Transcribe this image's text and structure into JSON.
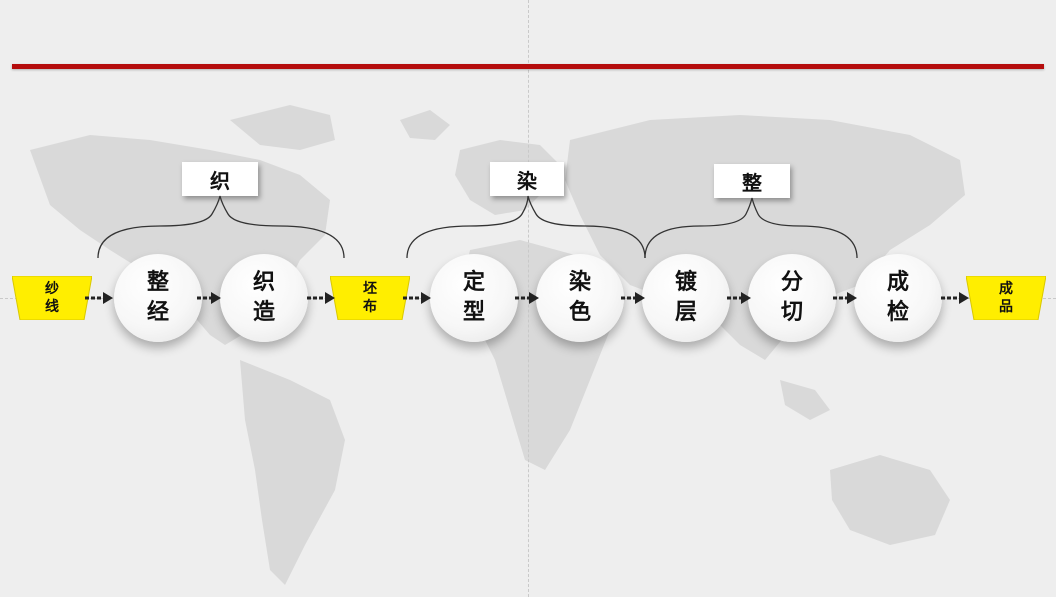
{
  "colors": {
    "accent_red": "#b50d0d",
    "highlight_yellow": "#ffee00",
    "background": "#eeeeee",
    "map_gray": "#d6d6d6"
  },
  "groups": {
    "weave": "织",
    "dye": "染",
    "finish": "整"
  },
  "tags": {
    "yarn": [
      "纱",
      "线"
    ],
    "greige": [
      "坯",
      "布"
    ],
    "product": [
      "成",
      "品"
    ]
  },
  "steps": [
    [
      "整",
      "经"
    ],
    [
      "织",
      "造"
    ],
    [
      "定",
      "型"
    ],
    [
      "染",
      "色"
    ],
    [
      "镀",
      "层"
    ],
    [
      "分",
      "切"
    ],
    [
      "成",
      "检"
    ]
  ],
  "icons": {
    "flow_arrow": "arrow-right-icon",
    "map": "world-map"
  }
}
